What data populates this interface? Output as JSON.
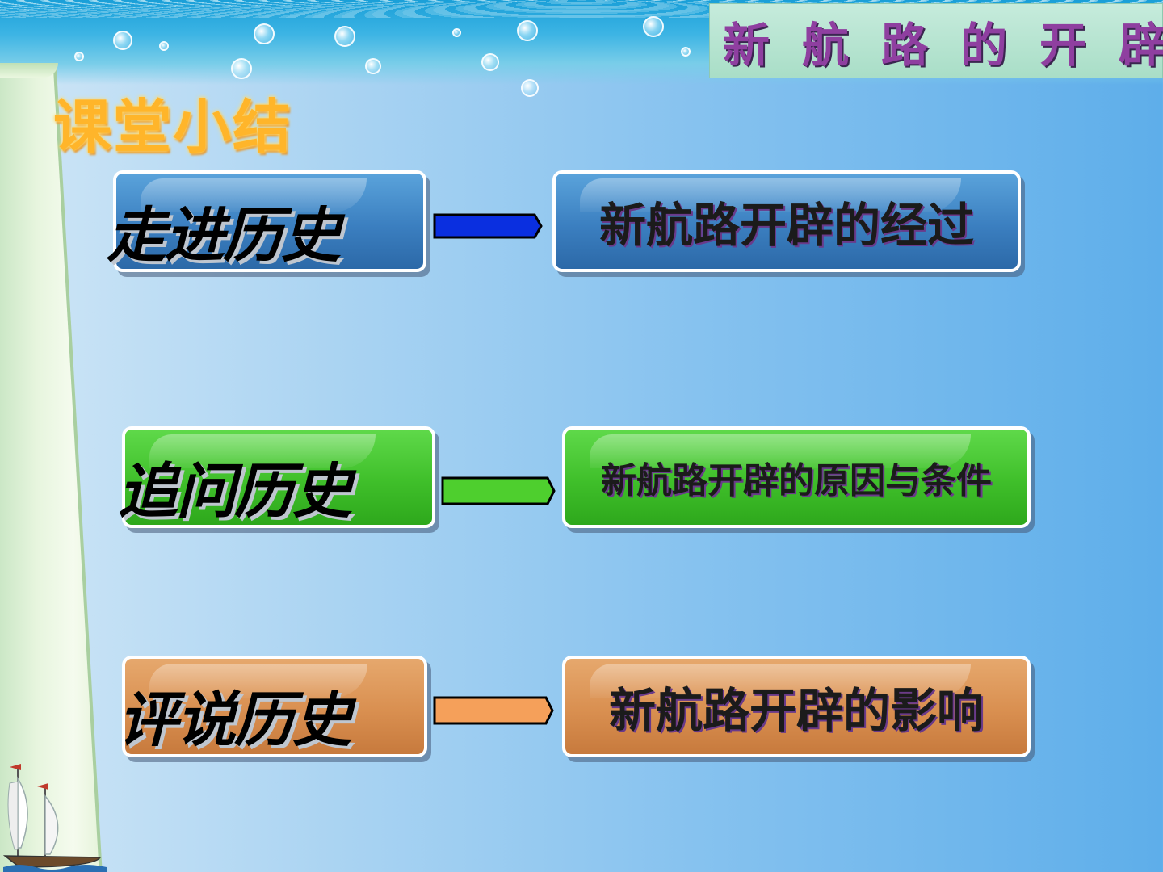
{
  "header": {
    "title": "新航路的开辟"
  },
  "section_heading": "课堂小结",
  "rows": [
    {
      "left": "走进历史",
      "right": "新航路开辟的经过",
      "color": "#3b7fc0",
      "arrow_color": "#0a2fe0"
    },
    {
      "left": "追问历史",
      "right": "新航路开辟的原因与条件",
      "color": "#3fbf2a",
      "arrow_color": "#4ecf2e"
    },
    {
      "left": "评说历史",
      "right": "新航路开辟的影响",
      "color": "#d98f50",
      "arrow_color": "#f5a05a"
    }
  ],
  "decorations": {
    "top_banner": "water-bubbles",
    "left_panel": "scroll",
    "bottom_left": "sailing-ship-icon"
  }
}
